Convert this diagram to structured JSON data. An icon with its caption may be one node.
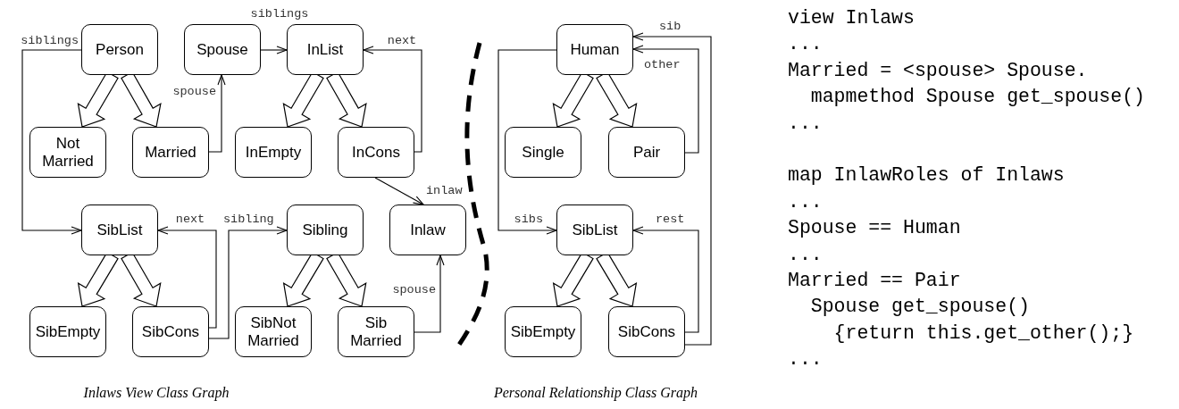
{
  "diagram": {
    "nodes": [
      {
        "text": [
          "Person"
        ]
      },
      {
        "text": [
          "Spouse"
        ]
      },
      {
        "text": [
          "InList"
        ]
      },
      {
        "text": [
          "Not Married"
        ]
      },
      {
        "text": [
          "Married"
        ]
      },
      {
        "text": [
          "InEmpty"
        ]
      },
      {
        "text": [
          "InCons"
        ]
      },
      {
        "text": [
          "SibList"
        ]
      },
      {
        "text": [
          "Sibling"
        ]
      },
      {
        "text": [
          "Inlaw"
        ]
      },
      {
        "text": [
          "SibEmpty"
        ]
      },
      {
        "text": [
          "SibCons"
        ]
      },
      {
        "text": [
          "SibNot Married"
        ]
      },
      {
        "text": [
          "Sib Married"
        ]
      },
      {
        "text": [
          "Human"
        ]
      },
      {
        "text": [
          "Single"
        ]
      },
      {
        "text": [
          "Pair"
        ]
      },
      {
        "text": [
          "SibList"
        ]
      },
      {
        "text": [
          "SibEmpty"
        ]
      },
      {
        "text": [
          "SibCons"
        ]
      }
    ],
    "edges": [
      {
        "from": 0,
        "to": 3,
        "arrow": "to",
        "style": "thick"
      },
      {
        "from": 0,
        "to": 4,
        "arrow": "to",
        "style": "thick"
      },
      {
        "from": 2,
        "to": 5,
        "arrow": "to",
        "style": "thick"
      },
      {
        "from": 2,
        "to": 6,
        "arrow": "to",
        "style": "thick"
      },
      {
        "from": 7,
        "to": 10,
        "arrow": "to",
        "style": "thick"
      },
      {
        "from": 7,
        "to": 11,
        "arrow": "to",
        "style": "thick"
      },
      {
        "from": 8,
        "to": 12,
        "arrow": "to",
        "style": "thick"
      },
      {
        "from": 8,
        "to": 13,
        "arrow": "to",
        "style": "thick"
      },
      {
        "from": 14,
        "to": 15,
        "arrow": "to",
        "style": "thick"
      },
      {
        "from": 14,
        "to": 16,
        "arrow": "to",
        "style": "thick"
      },
      {
        "from": 17,
        "to": 18,
        "arrow": "to",
        "style": "thick"
      },
      {
        "from": 17,
        "to": 19,
        "arrow": "to",
        "style": "thick"
      },
      {
        "from": 0,
        "to": 7,
        "arrow": "to",
        "label": "siblings"
      },
      {
        "from": 1,
        "to": 2,
        "arrow": "to",
        "label": "siblings"
      },
      {
        "from": 4,
        "to": 1,
        "arrow": "to",
        "label": "spouse"
      },
      {
        "from": 6,
        "to": 2,
        "arrow": "to",
        "label": "next"
      },
      {
        "from": 6,
        "to": 9,
        "arrow": "to",
        "label": "inlaw"
      },
      {
        "from": 11,
        "to": 7,
        "arrow": "to",
        "label": "next"
      },
      {
        "from": 11,
        "to": 8,
        "arrow": "to",
        "label": "sibling"
      },
      {
        "from": 13,
        "to": 9,
        "arrow": "to",
        "label": "spouse"
      },
      {
        "from": 14,
        "to": 17,
        "arrow": "to",
        "label": "sibs"
      },
      {
        "from": 16,
        "to": 14,
        "arrow": "to",
        "label": "other"
      },
      {
        "from": 19,
        "to": 14,
        "arrow": "to",
        "label": "sib"
      },
      {
        "from": 19,
        "to": 17,
        "arrow": "to",
        "label": "rest"
      }
    ],
    "labels": [
      "Inlaws View Class Graph",
      "Personal Relationship Class Graph",
      "view Inlaws",
      "...",
      "Married = <spouse> Spouse.",
      "  mapmethod Spouse get_spouse()",
      "...",
      "map InlawRoles of Inlaws",
      "...",
      "Spouse == Human",
      "...",
      "Married == Pair",
      "  Spouse get_spouse()",
      "    {return this.get_other();}",
      "..."
    ]
  }
}
